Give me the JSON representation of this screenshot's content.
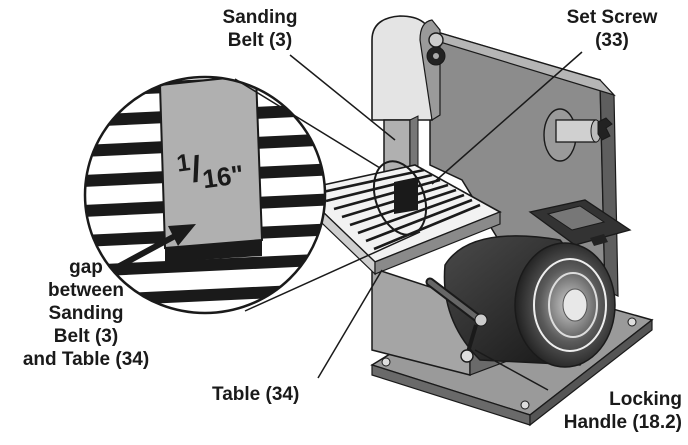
{
  "labels": {
    "sanding_belt": [
      "Sanding",
      "Belt (3)"
    ],
    "set_screw": [
      "Set Screw",
      "(33)"
    ],
    "gap": [
      "gap",
      "between",
      "Sanding",
      "Belt (3)",
      "and Table (34)"
    ],
    "table": "Table (34)",
    "locking_handle": [
      "Locking",
      "Handle (18.2)"
    ]
  },
  "detail_callout": {
    "numerator": "1",
    "slash": "/",
    "denominator": "16\""
  },
  "colors": {
    "ink": "#1a1a1a",
    "body_gray": "#8c8c8c",
    "light_gray": "#d8d8d8",
    "motor_dark": "#2a2a2a"
  }
}
